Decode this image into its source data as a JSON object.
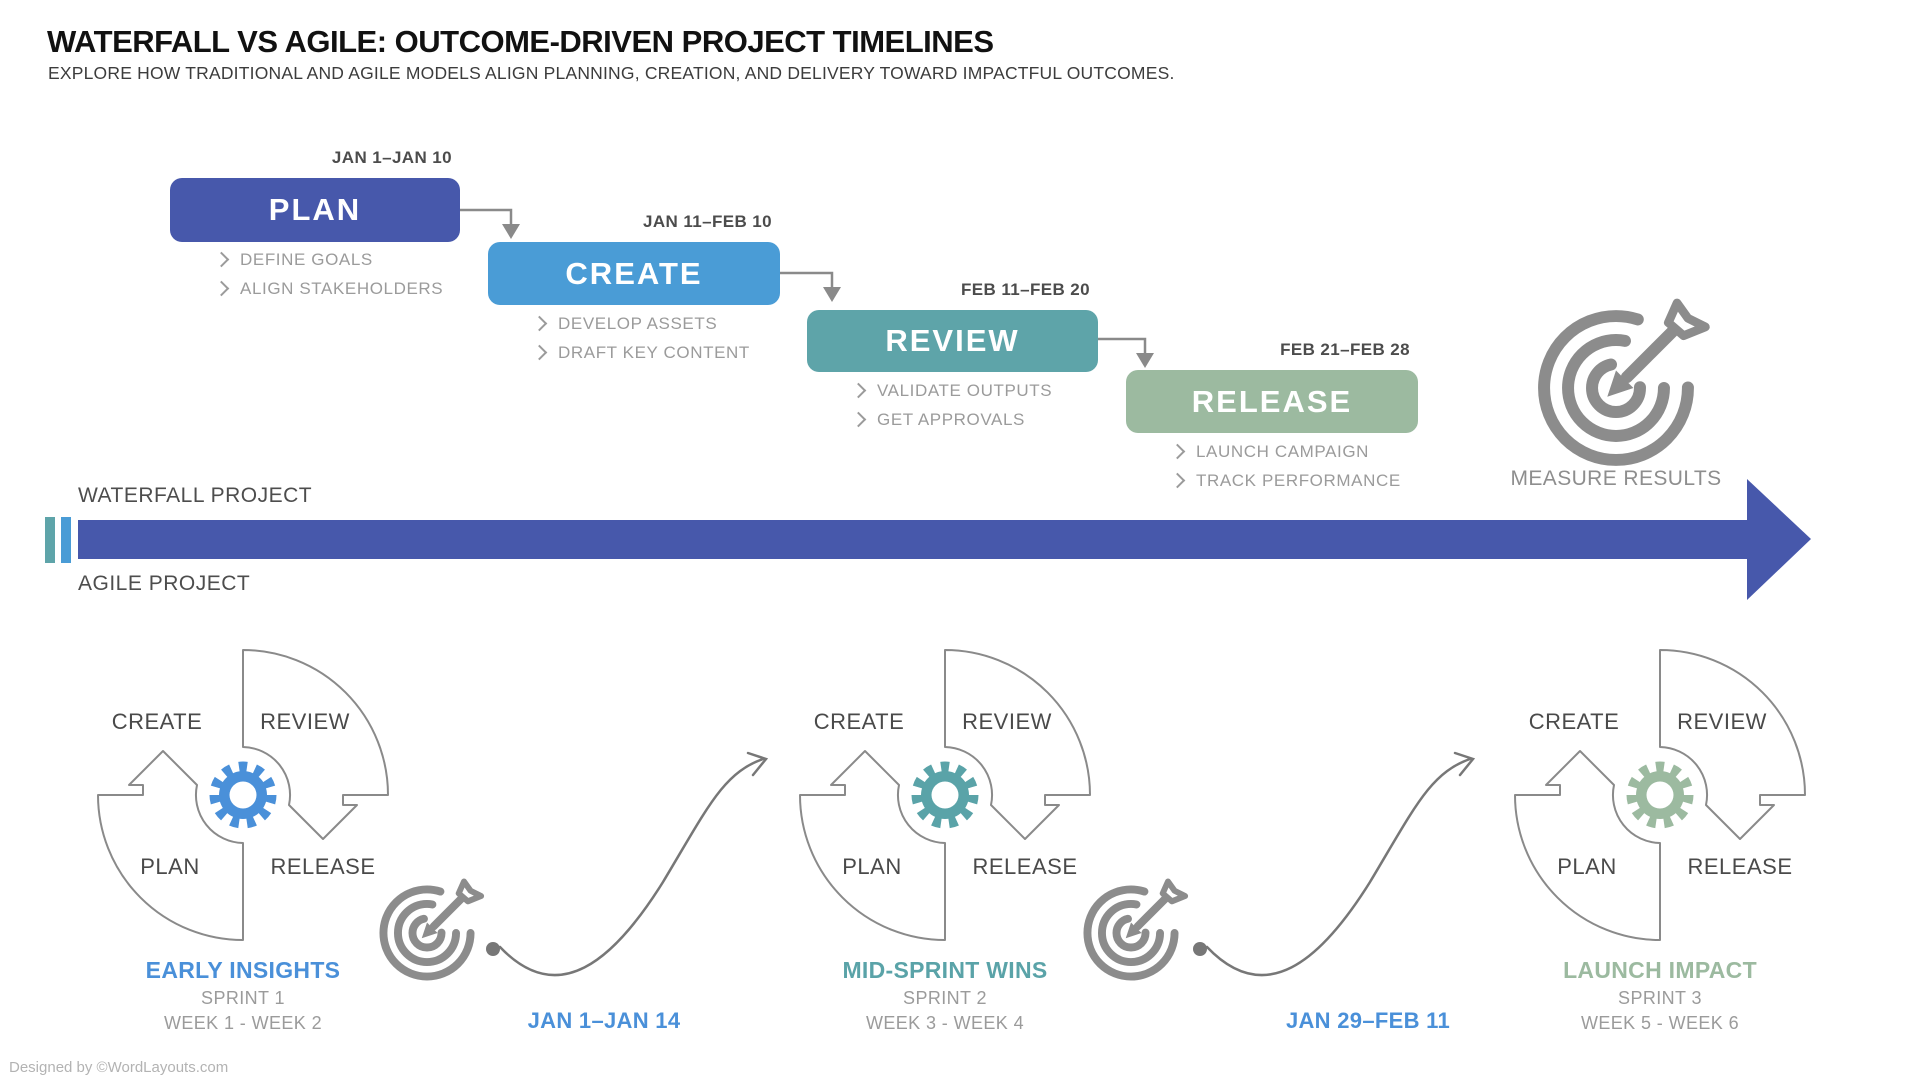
{
  "header": {
    "title": "WATERFALL VS AGILE: OUTCOME-DRIVEN PROJECT TIMELINES",
    "subtitle": "EXPLORE HOW TRADITIONAL AND AGILE MODELS ALIGN PLANNING, CREATION, AND DELIVERY TOWARD IMPACTFUL OUTCOMES."
  },
  "waterfall": {
    "lane_label": "WATERFALL PROJECT",
    "outcome_label": "MEASURE RESULTS",
    "steps": [
      {
        "name": "PLAN",
        "dates": "JAN 1–JAN 10",
        "color": "#4758ab",
        "tasks": [
          "DEFINE GOALS",
          "ALIGN STAKEHOLDERS"
        ]
      },
      {
        "name": "CREATE",
        "dates": "JAN 11–FEB 10",
        "color": "#4a9cd6",
        "tasks": [
          "DEVELOP ASSETS",
          "DRAFT KEY CONTENT"
        ]
      },
      {
        "name": "REVIEW",
        "dates": "FEB 11–FEB 20",
        "color": "#5ea4a9",
        "tasks": [
          "VALIDATE OUTPUTS",
          "GET APPROVALS"
        ]
      },
      {
        "name": "RELEASE",
        "dates": "FEB 21–FEB 28",
        "color": "#9cbaa0",
        "tasks": [
          "LAUNCH CAMPAIGN",
          "TRACK PERFORMANCE"
        ]
      }
    ]
  },
  "timeline": {
    "bar_color": "#4758ab",
    "tick_colors": [
      "#5ea4a9",
      "#4a9cd6"
    ]
  },
  "agile": {
    "lane_label": "AGILE PROJECT",
    "cycle_phases": [
      "CREATE",
      "REVIEW",
      "PLAN",
      "RELEASE"
    ],
    "cycles": [
      {
        "title": "EARLY INSIGHTS",
        "sprint": "SPRINT 1",
        "weeks": "WEEK 1 - WEEK 2",
        "color": "#4a90d9"
      },
      {
        "title": "MID-SPRINT WINS",
        "sprint": "SPRINT 2",
        "weeks": "WEEK 3 - WEEK 4",
        "color": "#5aa3a8"
      },
      {
        "title": "LAUNCH IMPACT",
        "sprint": "SPRINT 3",
        "weeks": "WEEK 5 - WEEK 6",
        "color": "#9cbaa0"
      }
    ],
    "milestones": [
      {
        "dates": "JAN 1–JAN 14",
        "color": "#4a90d9"
      },
      {
        "dates": "JAN 29–FEB 11",
        "color": "#4a90d9"
      }
    ]
  },
  "footer": {
    "credit": "Designed by ©WordLayouts.com"
  }
}
